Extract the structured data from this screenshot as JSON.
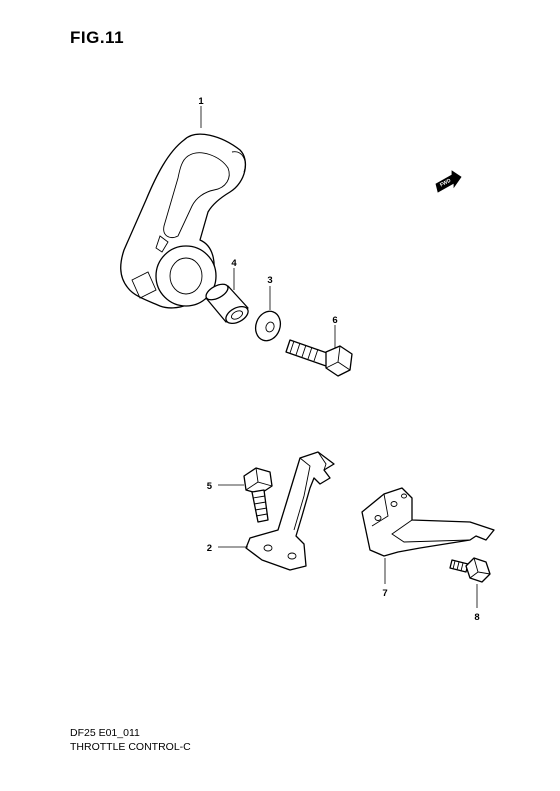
{
  "figure": {
    "title": "FIG.11",
    "code": "DF25 E01_011",
    "name": "THROTTLE CONTROL-C"
  },
  "fwd_label": "FWD",
  "callouts": [
    {
      "id": "1",
      "part": "throttle-lever"
    },
    {
      "id": "4",
      "part": "collar"
    },
    {
      "id": "3",
      "part": "washer"
    },
    {
      "id": "6",
      "part": "bolt"
    },
    {
      "id": "5",
      "part": "bolt"
    },
    {
      "id": "2",
      "part": "bracket"
    },
    {
      "id": "7",
      "part": "bracket"
    },
    {
      "id": "8",
      "part": "bolt"
    }
  ]
}
